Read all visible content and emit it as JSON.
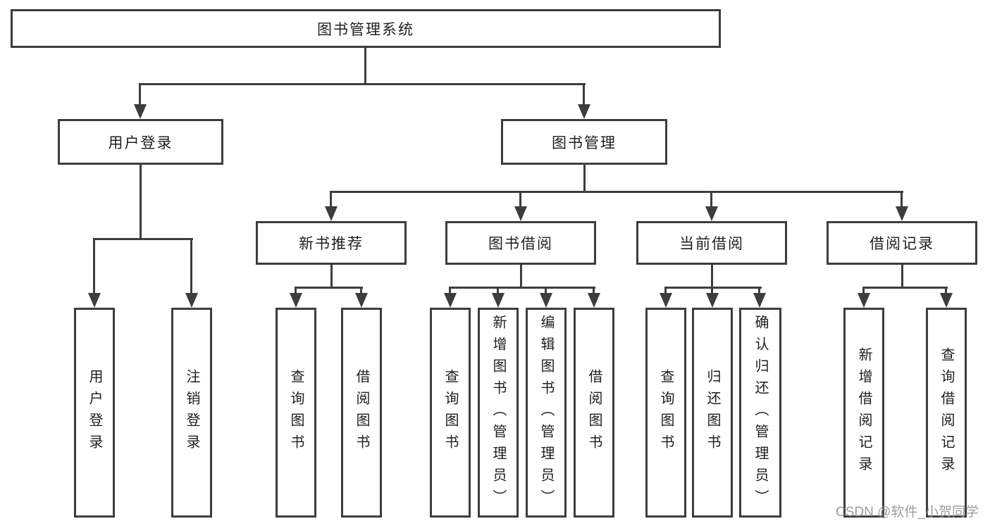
{
  "diagram": {
    "title_node": "图书管理系统",
    "root": {
      "label": "图书管理系统"
    },
    "branches": [
      {
        "label": "用户登录",
        "leaves": [
          "用户登录",
          "注销登录"
        ]
      },
      {
        "label": "图书管理",
        "groups": [
          {
            "label": "新书推荐",
            "leaves": [
              "查询图书",
              "借阅图书"
            ]
          },
          {
            "label": "图书借阅",
            "leaves": [
              "查询图书",
              "新增图书（管理员）",
              "编辑图书（管理员）",
              "借阅图书"
            ]
          },
          {
            "label": "当前借阅",
            "leaves": [
              "查询图书",
              "归还图书",
              "确认归还（管理员）"
            ]
          },
          {
            "label": "借阅记录",
            "leaves": [
              "新增借阅记录",
              "查询借阅记录"
            ]
          }
        ]
      }
    ]
  },
  "watermark": {
    "text": "CSDN @软件_小贺同学"
  },
  "colors": {
    "background": "#ffffff",
    "line": "#3d3d3d",
    "box_border": "#3d3d3d",
    "text": "#1f1f1f",
    "watermark": "#949494"
  }
}
